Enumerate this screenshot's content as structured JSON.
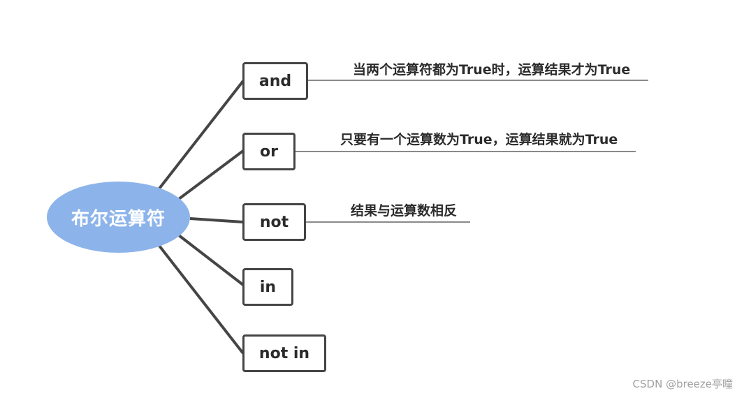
{
  "diagram": {
    "root": {
      "label": "布尔运算符",
      "color": "#8db4ea"
    },
    "nodes": [
      {
        "label": "and",
        "description": "当两个运算符都为True时，运算结果才为True"
      },
      {
        "label": "or",
        "description": "只要有一个运算数为True，运算结果就为True"
      },
      {
        "label": "not",
        "description": "结果与运算数相反"
      },
      {
        "label": "in",
        "description": ""
      },
      {
        "label": "not in",
        "description": ""
      }
    ],
    "line_color": "#454545"
  },
  "watermark": "CSDN @breeze亭曈"
}
